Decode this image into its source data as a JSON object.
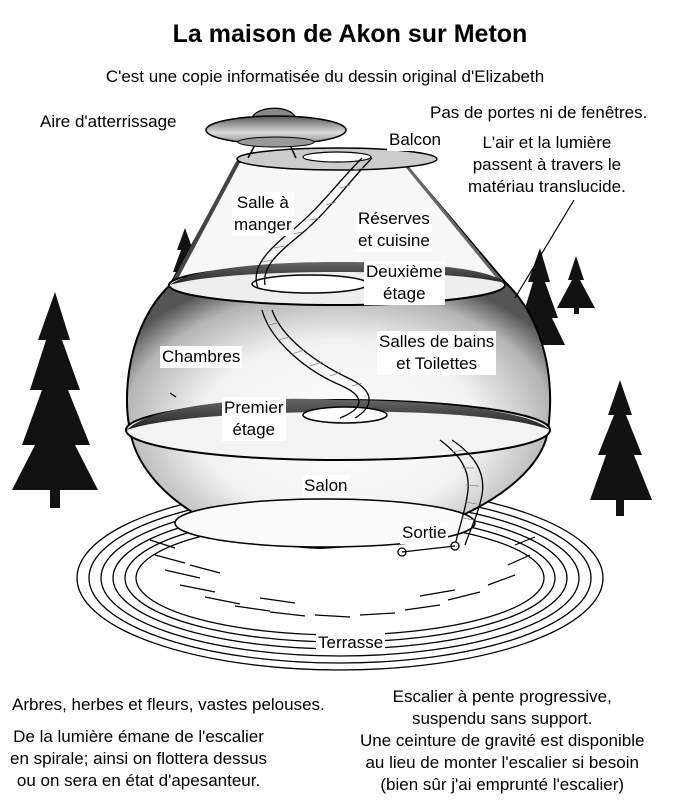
{
  "title": "La maison de Akon sur Meton",
  "subtitle": "C'est une copie informatisée du dessin original d'Elizabeth",
  "labels": {
    "landing_pad": "Aire d'atterrissage",
    "balcony": "Balcon",
    "dining": [
      "Salle à",
      "manger"
    ],
    "storage": [
      "Réserves",
      "et cuisine"
    ],
    "second_floor": [
      "Deuxième",
      "étage"
    ],
    "bedrooms": "Chambres",
    "bathrooms": [
      "Salles de bains",
      "et Toilettes"
    ],
    "first_floor": [
      "Premier",
      "étage"
    ],
    "living_room": "Salon",
    "exit": "Sortie",
    "terrace": "Terrasse"
  },
  "notes": {
    "no_doors": "Pas de portes ni de fenêtres.",
    "translucent": [
      "L'air et la lumière",
      "passent à travers le",
      "matériau translucide."
    ],
    "trees": "Arbres, herbes et fleurs, vastes pelouses.",
    "light": [
      "De la lumière émane de l'escalier",
      "en spirale; ainsi on flottera dessus",
      "ou on sera en état d'apesanteur."
    ],
    "stairs": [
      "Escalier à pente progressive,",
      "suspendu sans support.",
      "Une ceinture de gravité est disponible",
      "au lieu de monter l'escalier si besoin",
      "(bien sûr j'ai emprunté l'escalier)"
    ]
  }
}
